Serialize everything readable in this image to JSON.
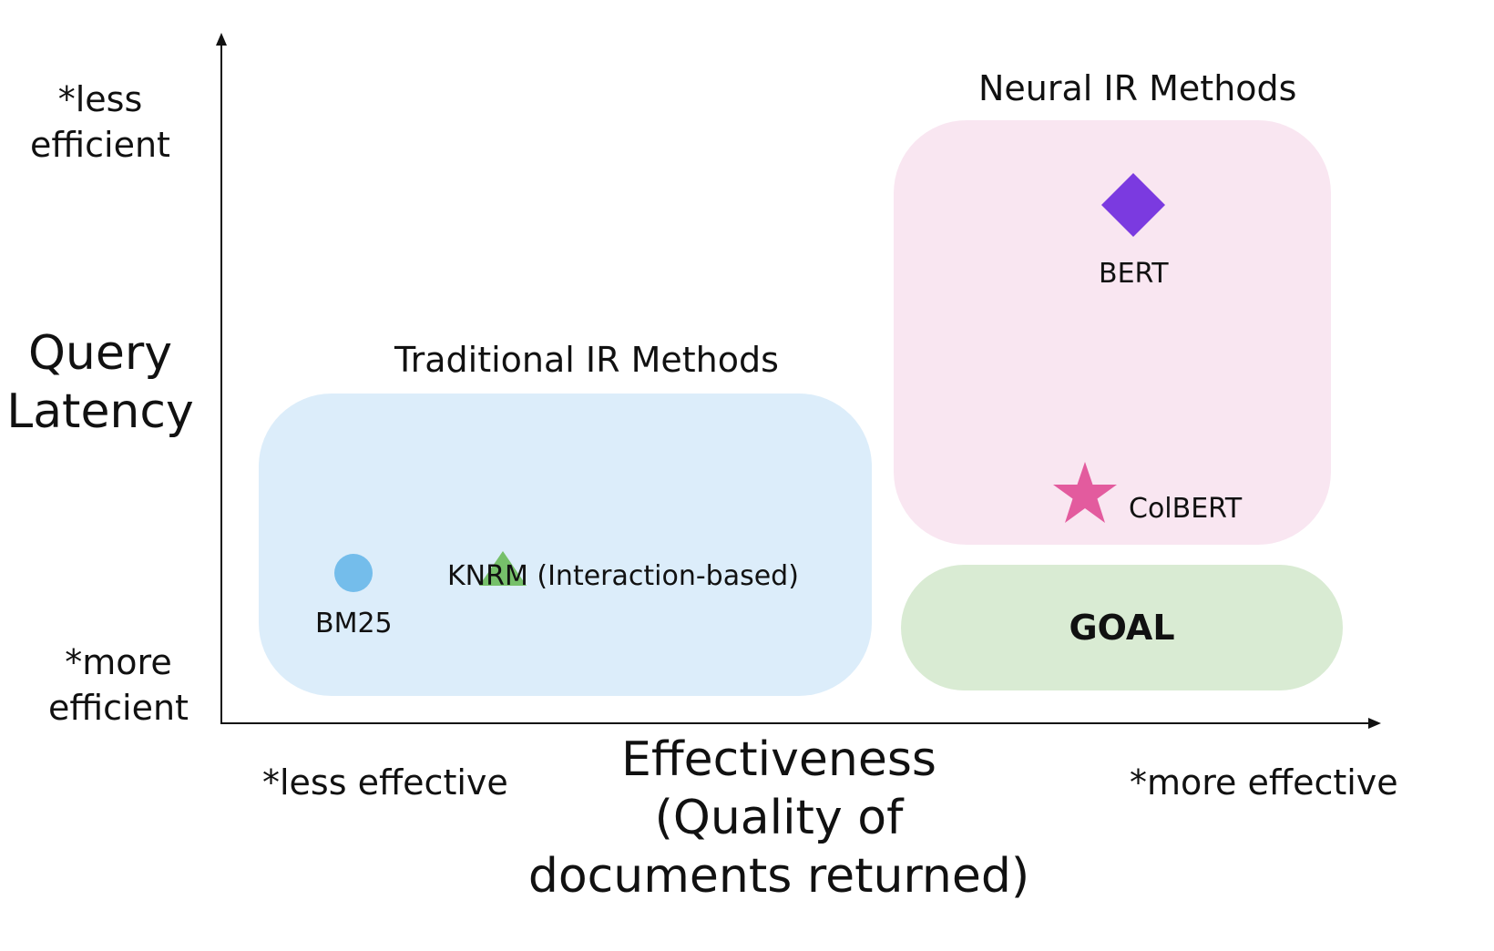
{
  "y_axis": {
    "top_hint": "*less\nefficient",
    "title": "Query\nLatency",
    "bottom_hint": "*more\nefficient"
  },
  "x_axis": {
    "title": "Effectiveness\n(Quality of\ndocuments returned)",
    "left_hint": "*less effective",
    "right_hint": "*more effective"
  },
  "groups": {
    "traditional": {
      "title": "Traditional IR Methods",
      "color": "#dcedfa"
    },
    "neural": {
      "title": "Neural IR Methods",
      "color": "#f9e6f1"
    },
    "goal": {
      "label": "GOAL",
      "color": "#d9ebd3"
    }
  },
  "methods": {
    "bm25": {
      "label": "BM25",
      "marker": "circle",
      "color": "#74bdeb"
    },
    "knrm": {
      "label": "KNRM\n(Interaction-based)",
      "marker": "triangle",
      "color": "#76c06a"
    },
    "bert": {
      "label": "BERT",
      "marker": "diamond",
      "color": "#7b3ae0"
    },
    "colbert": {
      "label": "ColBERT",
      "marker": "star",
      "color": "#e35b9e"
    }
  }
}
